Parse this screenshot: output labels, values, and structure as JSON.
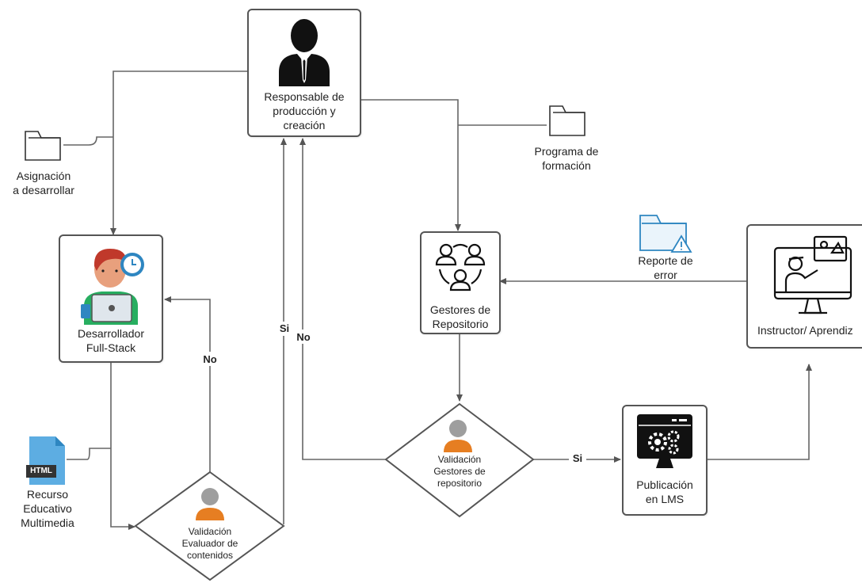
{
  "nodes": {
    "responsable": {
      "label": "Responsable de\nproducción y\ncreación"
    },
    "desarrollador": {
      "label": "Desarrollador\nFull-Stack"
    },
    "gestores": {
      "label": "Gestores de\nRepositorio"
    },
    "instructor": {
      "label": "Instructor/ Aprendiz"
    },
    "publicacion": {
      "label": "Publicación\nen LMS"
    },
    "validacion_evaluador": {
      "label": "Validación\nEvaluador de\ncontenidos"
    },
    "validacion_gestores": {
      "label": "Validación\nGestores de\nrepositorio"
    }
  },
  "documents": {
    "asignacion": {
      "label": "Asignación\na desarrollar",
      "icon": "folder-icon"
    },
    "programa": {
      "label": "Programa de\nformación",
      "icon": "folder-icon"
    },
    "reporte": {
      "label": "Reporte de\nerror",
      "icon": "folder-warning-icon"
    },
    "recurso": {
      "label": "Recurso\nEducativo\nMultimedia",
      "icon": "html-file-icon",
      "badge": "HTML"
    }
  },
  "edges": {
    "si_1": "Si",
    "no_1": "No",
    "no_2": "No",
    "si_2": "Si"
  },
  "colors": {
    "line": "#666666",
    "border": "#555555",
    "skin": "#e8a07d",
    "hair": "#c0392b",
    "shirt": "#27ae60",
    "clock": "#2e86c1",
    "person_orange": "#e67e22",
    "person_head": "#9e9e9e",
    "folder_blue": "#2e86c1",
    "html_blue": "#5dade2"
  }
}
